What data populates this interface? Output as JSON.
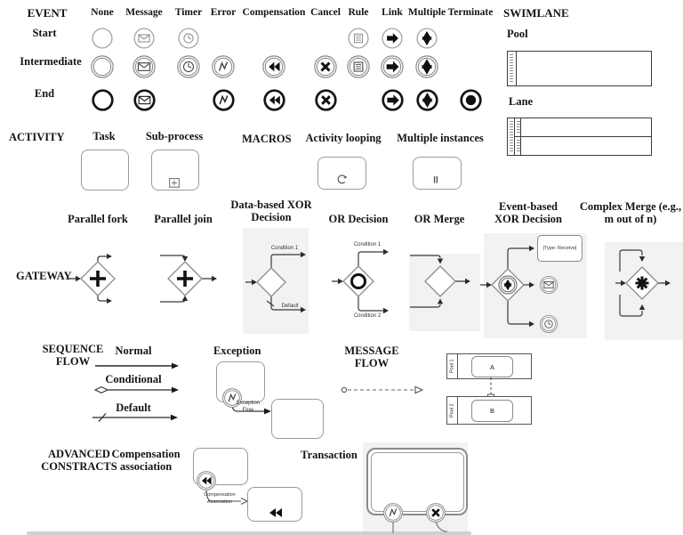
{
  "colors": {
    "ink": "#1a1a1a",
    "line": "#3a3a3a",
    "shape_border": "#8a8a8a",
    "light_panel": "#f2f2f2"
  },
  "event": {
    "label": "EVENT",
    "rows": [
      "Start",
      "Intermediate",
      "End"
    ],
    "columns": [
      "None",
      "Message",
      "Timer",
      "Error",
      "Compensation",
      "Cancel",
      "Rule",
      "Link",
      "Multiple",
      "Terminate"
    ],
    "matrix": {
      "Start": [
        "none",
        "message",
        "timer",
        null,
        null,
        null,
        "rule",
        "link",
        "multiple",
        null
      ],
      "Intermediate": [
        "none",
        "message",
        "timer",
        "error",
        "compensation",
        "cancel",
        "rule",
        "link",
        "multiple",
        null
      ],
      "End": [
        "none",
        "message",
        null,
        "error",
        "compensation",
        "cancel",
        null,
        "link",
        "multiple",
        "terminate"
      ]
    },
    "icon_glyphs": {
      "none": "empty-circle",
      "message": "envelope-icon",
      "timer": "clock-icon",
      "error": "lightning-icon",
      "compensation": "rewind-triangles-icon",
      "cancel": "x-icon",
      "rule": "lined-document-icon",
      "link": "right-arrow-icon",
      "multiple": "six-point-star-icon",
      "terminate": "filled-dot-icon"
    }
  },
  "swimlane": {
    "label": "SWIMLANE",
    "pool_label": "Pool",
    "lane_label": "Lane"
  },
  "activity": {
    "label": "ACTIVITY",
    "task_label": "Task",
    "subprocess_label": "Sub-process"
  },
  "macros": {
    "label": "MACROS",
    "looping_label": "Activity looping",
    "multiple_label": "Multiple instances"
  },
  "gateway": {
    "label": "GATEWAY",
    "headers": [
      "Parallel fork",
      "Parallel join",
      "Data-based XOR Decision",
      "OR Decision",
      "OR Merge",
      "Event-based XOR Decision",
      "Complex Merge (e.g., m out of n)"
    ],
    "condition1_label": "Condition 1",
    "condition2_label": "Condition 2",
    "default_label": "Default",
    "receive_task_label": "[Type: Receive]"
  },
  "sequence_flow": {
    "label": "SEQUENCE FLOW",
    "items": [
      "Normal",
      "Conditional",
      "Default"
    ],
    "exception_label": "Exception",
    "exception_flow_label": "Exception Flow"
  },
  "message_flow": {
    "label": "MESSAGE FLOW",
    "pool1_label": "Pool 1",
    "pool2_label": "Pool 2",
    "task_a_label": "A",
    "task_b_label": "B"
  },
  "advanced": {
    "label": "ADVANCED CONSTRACTS",
    "compensation_label": "Compensation association",
    "compensation_assoc_label": "Compensation Association",
    "transaction_label": "Transaction"
  }
}
